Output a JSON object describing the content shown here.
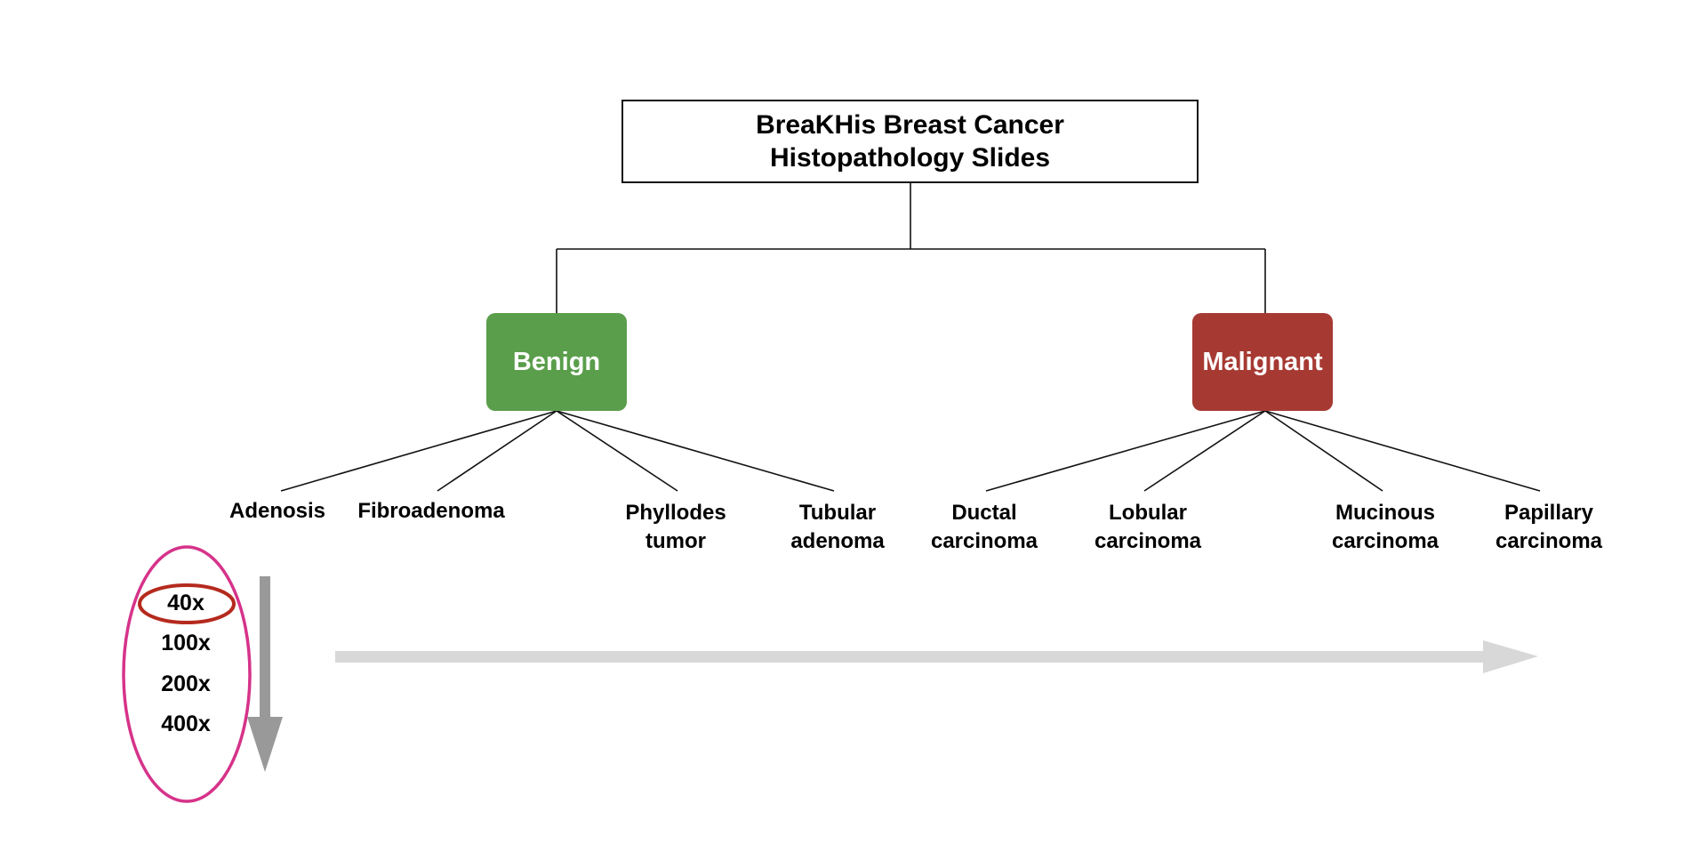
{
  "root": {
    "title_line1": "BreaKHis Breast Cancer",
    "title_line2": "Histopathology Slides"
  },
  "classes": {
    "benign": {
      "label": "Benign",
      "color": "#5a9e4b",
      "subtypes": [
        {
          "line1": "Adenosis",
          "line2": ""
        },
        {
          "line1": "Fibroadenoma",
          "line2": ""
        },
        {
          "line1": "Phyllodes",
          "line2": "tumor"
        },
        {
          "line1": "Tubular",
          "line2": "adenoma"
        }
      ]
    },
    "malignant": {
      "label": "Malignant",
      "color": "#a63a33",
      "subtypes": [
        {
          "line1": "Ductal",
          "line2": "carcinoma"
        },
        {
          "line1": "Lobular",
          "line2": "carcinoma"
        },
        {
          "line1": "Mucinous",
          "line2": "carcinoma"
        },
        {
          "line1": "Papillary",
          "line2": "carcinoma"
        }
      ]
    }
  },
  "magnifications": [
    "40x",
    "100x",
    "200x",
    "400x"
  ],
  "colors": {
    "line": "#111111",
    "arrow": "#999999",
    "horizontal_arrow": "#d8d8d8",
    "magnification_ellipse": "#d6338a",
    "selected_ellipse": "#b52a1e"
  }
}
